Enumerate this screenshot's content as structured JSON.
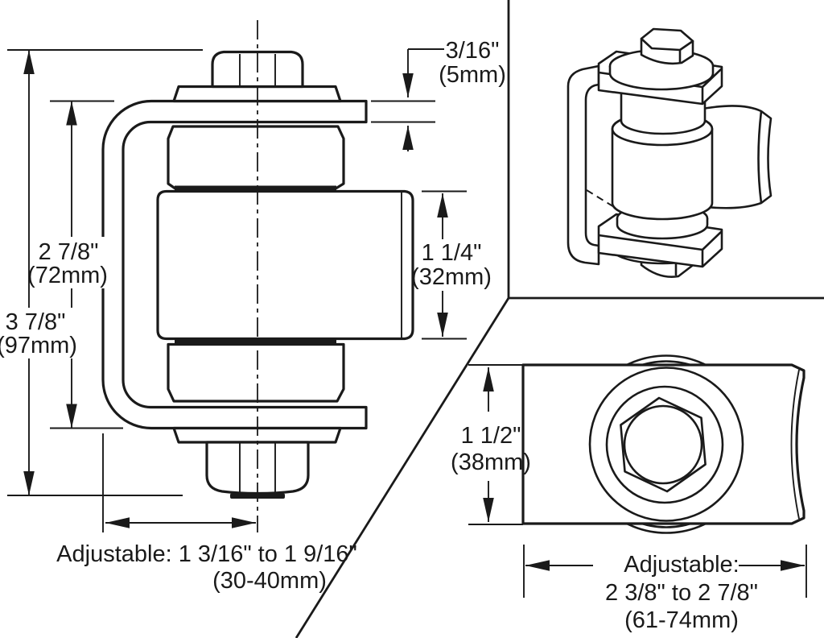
{
  "title": "Gate hinge technical dimension drawing",
  "colors": {
    "ink": "#1a1a1a",
    "paper": "#ffffff"
  },
  "front": {
    "dim_bracket": {
      "in": "2 7/8\"",
      "mm": "(72mm)"
    },
    "dim_overall": {
      "in": "3 7/8\"",
      "mm": "(97mm)"
    },
    "dim_tab": {
      "in": "3/16\"",
      "mm": "(5mm)"
    },
    "dim_body": {
      "in": "1 1/4\"",
      "mm": "(32mm)"
    },
    "dim_adjustable": {
      "in": "Adjustable: 1 3/16\" to 1 9/16\"",
      "mm": "(30-40mm)"
    }
  },
  "top": {
    "dim_width": {
      "in": "1 1/2\"",
      "mm": "(38mm)"
    },
    "dim_adjustable": {
      "label": "Adjustable:",
      "in": "2 3/8\" to 2 7/8\"",
      "mm": "(61-74mm)"
    }
  }
}
